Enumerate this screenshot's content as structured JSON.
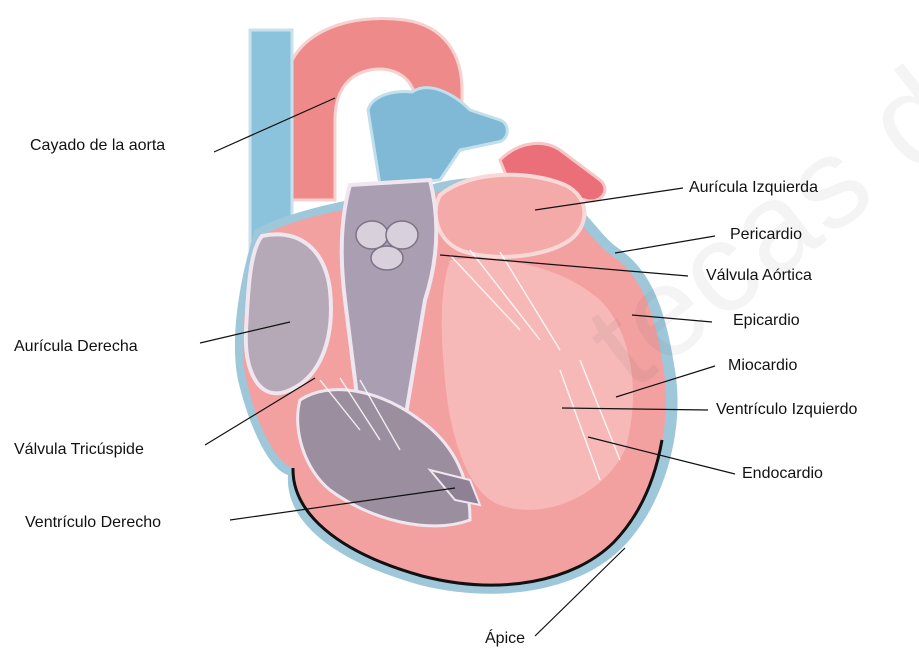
{
  "labels": {
    "cayado_aorta": "Cayado de la aorta",
    "auricula_derecha": "Aurícula Derecha",
    "valvula_tricuspide": "Válvula Tricúspide",
    "ventriculo_derecho": "Ventrículo Derecho",
    "auricula_izquierda": "Aurícula Izquierda",
    "pericardio": "Pericardio",
    "valvula_aortica": "Válvula Aórtica",
    "epicardio": "Epicardio",
    "miocardio": "Miocardio",
    "ventriculo_izquierdo": "Ventrículo Izquierdo",
    "endocardio": "Endocardio",
    "apice": "Ápice"
  },
  "watermark": "tecas de l",
  "colors": {
    "muscle": "#f2a0a0",
    "muscle_light": "#f7c2c0",
    "aorta": "#ef8a8a",
    "vein_blue": "#8cc3dc",
    "chamber_purple": "#b5a9b8",
    "pericardium_edge": "#9fc7da",
    "outline": "#111111"
  }
}
